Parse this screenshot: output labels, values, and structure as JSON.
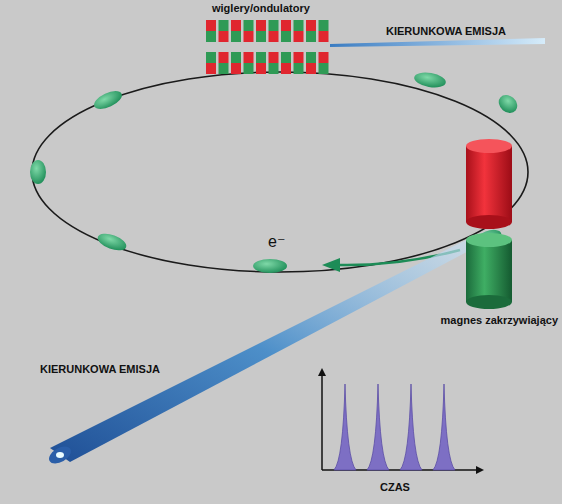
{
  "diagram": {
    "labels": [
      "wiglery/ondulatory",
      "KIERUNKOWA EMISJA",
      "e⁻",
      "magnes zakrzywiający",
      "KIERUNKOWA EMISJA",
      "CZAS"
    ]
  }
}
